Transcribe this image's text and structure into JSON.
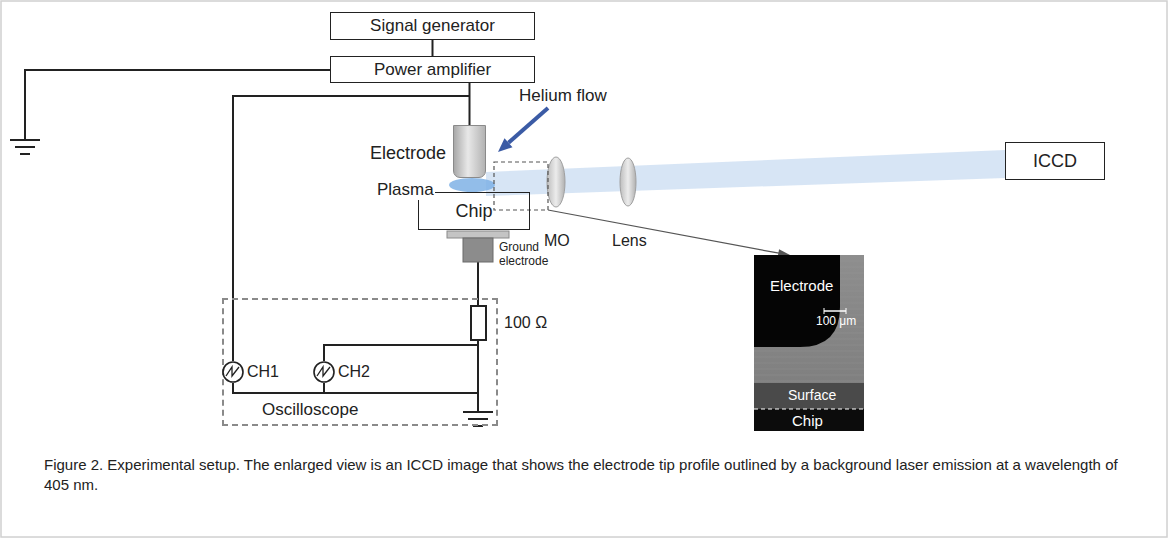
{
  "diagram": {
    "caption": "Figure 2. Experimental setup. The enlarged view is an ICCD image that shows the electrode tip profile outlined by a background laser emission at a wavelength of 405 nm.",
    "nodes": [
      {
        "text": [
          "Signal generator"
        ]
      },
      {
        "text": [
          "Power amplifier"
        ]
      },
      {
        "text": [
          "Electrode"
        ]
      },
      {
        "text": [
          "Chip"
        ]
      },
      {
        "text": [
          "ICCD"
        ]
      },
      {
        "text": [
          "Oscilloscope"
        ]
      },
      {
        "text": [
          "CH1"
        ],
        "in": 5
      },
      {
        "text": [
          "CH2"
        ],
        "in": 5
      },
      {
        "text": [
          "Electrode",
          "100 μm",
          "Surface",
          "Chip"
        ]
      }
    ],
    "edges": [
      {
        "from": 0,
        "to": 1,
        "arrow": "none"
      },
      {
        "from": 1,
        "to": 2,
        "arrow": "none"
      }
    ],
    "labels": [
      "Helium flow",
      "Plasma",
      "MO",
      "Lens",
      "Ground electrode",
      "100 Ω"
    ]
  }
}
